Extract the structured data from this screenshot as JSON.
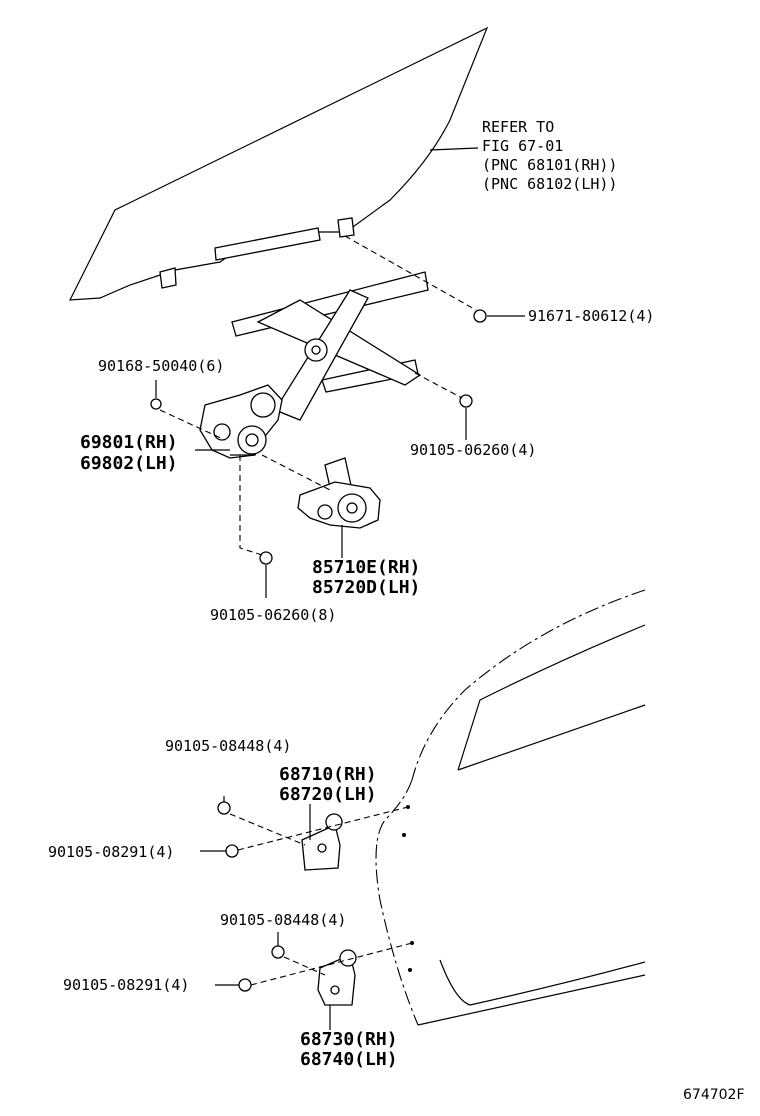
{
  "refer": {
    "line1": "REFER TO",
    "line2": "FIG 67-01",
    "line3": "(PNC 68101(RH))",
    "line4": "(PNC 68102(LH))"
  },
  "parts": {
    "bolt_91671": "91671-80612(4)",
    "screw_90168": "90168-50040(6)",
    "regulator_rh": "69801(RH)",
    "regulator_lh": "69802(LH)",
    "bolt_90105_06260_upper": "90105-06260(4)",
    "motor_rh": "85710E(RH)",
    "motor_lh": "85720D(LH)",
    "bolt_90105_06260_lower": "90105-06260(8)",
    "bolt_08448_upper": "90105-08448(4)",
    "hinge_upper_rh": "68710(RH)",
    "hinge_upper_lh": "68720(LH)",
    "bolt_08291_upper": "90105-08291(4)",
    "bolt_08448_lower": "90105-08448(4)",
    "bolt_08291_lower": "90105-08291(4)",
    "hinge_lower_rh": "68730(RH)",
    "hinge_lower_lh": "68740(LH)"
  },
  "figure_number": "674702F"
}
